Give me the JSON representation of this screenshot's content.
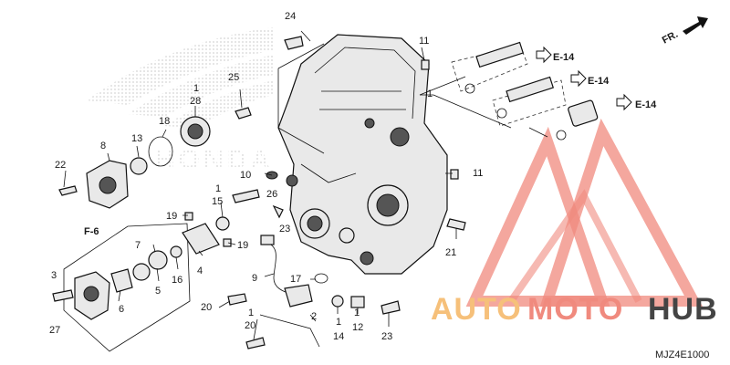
{
  "diagram": {
    "part_code": "MJZ4E1000",
    "direction_label": "FR.",
    "refs": {
      "e14_a": "E-14",
      "e14_b": "E-14",
      "e14_c": "E-14",
      "f6": "F-6"
    },
    "callouts": [
      {
        "id": "c24",
        "text": "24"
      },
      {
        "id": "c11a",
        "text": "11"
      },
      {
        "id": "c1a",
        "text": "1"
      },
      {
        "id": "c25",
        "text": "25"
      },
      {
        "id": "c1b",
        "text": "1"
      },
      {
        "id": "c28",
        "text": "28"
      },
      {
        "id": "c18",
        "text": "18"
      },
      {
        "id": "c13",
        "text": "13"
      },
      {
        "id": "c8",
        "text": "8"
      },
      {
        "id": "c22",
        "text": "22"
      },
      {
        "id": "c10",
        "text": "10"
      },
      {
        "id": "c11b",
        "text": "11"
      },
      {
        "id": "c1c",
        "text": "1"
      },
      {
        "id": "c15",
        "text": "15"
      },
      {
        "id": "c26",
        "text": "26"
      },
      {
        "id": "c19a",
        "text": "19"
      },
      {
        "id": "c23a",
        "text": "23"
      },
      {
        "id": "c7",
        "text": "7"
      },
      {
        "id": "c19b",
        "text": "19"
      },
      {
        "id": "c4",
        "text": "4"
      },
      {
        "id": "c16",
        "text": "16"
      },
      {
        "id": "c5",
        "text": "5"
      },
      {
        "id": "c6",
        "text": "6"
      },
      {
        "id": "c3",
        "text": "3"
      },
      {
        "id": "c27",
        "text": "27"
      },
      {
        "id": "c9",
        "text": "9"
      },
      {
        "id": "c17",
        "text": "17"
      },
      {
        "id": "c21",
        "text": "21"
      },
      {
        "id": "c20a",
        "text": "20"
      },
      {
        "id": "c1d",
        "text": "1"
      },
      {
        "id": "c20b",
        "text": "20"
      },
      {
        "id": "c2",
        "text": "2"
      },
      {
        "id": "c1e",
        "text": "1"
      },
      {
        "id": "c14",
        "text": "14"
      },
      {
        "id": "c1f",
        "text": "1"
      },
      {
        "id": "c12",
        "text": "12"
      },
      {
        "id": "c23b",
        "text": "23"
      }
    ]
  },
  "watermark": {
    "brand_word_1": "AUTO",
    "brand_word_2": "MOTO",
    "brand_word_3": "HUB",
    "color_primary": "#f08a7e",
    "color_secondary": "#f6c07a",
    "color_dark": "#444444"
  },
  "logo_text": "HONDA"
}
